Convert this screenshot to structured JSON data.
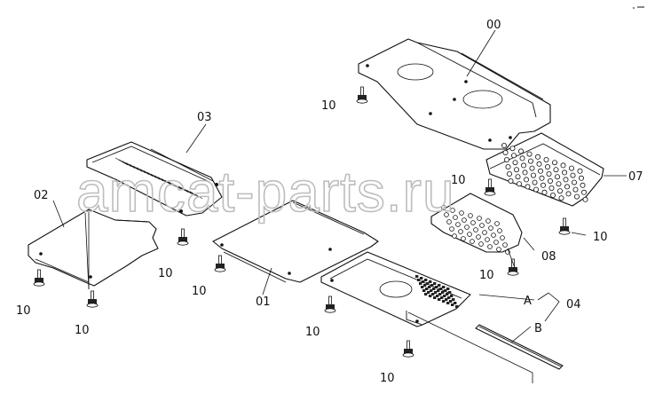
{
  "labels": {
    "p00": "00",
    "p01": "01",
    "p02": "02",
    "p03": "03",
    "p04": "04",
    "p07": "07",
    "p08": "08",
    "pA": "A",
    "pB": "B",
    "bolt": "10"
  },
  "watermark": "amcat-parts.ru"
}
